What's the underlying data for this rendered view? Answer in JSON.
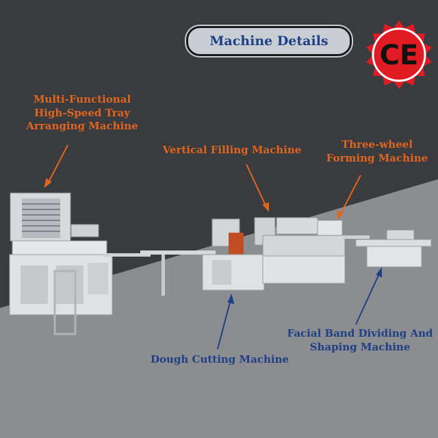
{
  "header": {
    "title": "Machine Details",
    "badge_icon": "ce-mark-icon",
    "badge_text": "CE"
  },
  "labels": {
    "tray_arranging": [
      "Multi-Functional",
      "High-Speed Tray",
      "Arranging Machine"
    ],
    "vertical_filling": "Vertical Filling Machine",
    "three_wheel": [
      "Three-wheel",
      "Forming Machine"
    ],
    "dough_cutting": "Dough Cutting Machine",
    "facial_band": [
      "Facial Band Dividing And",
      "Shaping Machine"
    ]
  },
  "colors": {
    "background_dark": "#3a3b3f",
    "background_light": "#8c8d90",
    "orange_text": "#e0661f",
    "blue_text": "#1f3f86",
    "badge_red": "#e01b24"
  }
}
